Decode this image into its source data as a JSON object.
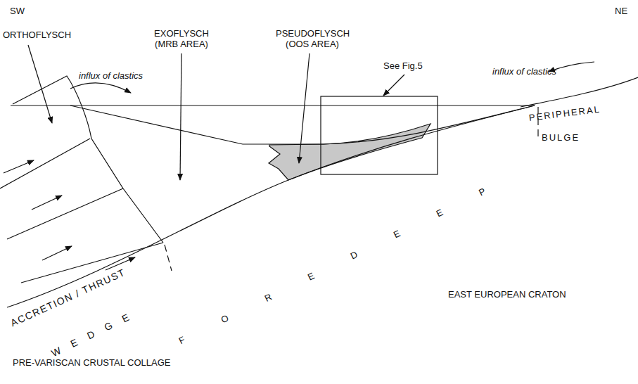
{
  "diagram": {
    "labels": [
      "SW",
      "NE",
      "ORTHOFLYSCH",
      "EXOFLYSCH (MRB AREA)",
      "PSEUDOFLYSCH (OOS AREA)",
      "See Fig.5",
      "influx of clastics",
      "influx of clastics",
      "PERIPHERAL",
      "BULGE",
      "FOREDEEP",
      "ACCRETION / THRUST",
      "WEDGE",
      "EAST EUROPEAN CRATON",
      "PRE-VARISCAN CRUSTAL COLLAGE"
    ]
  }
}
